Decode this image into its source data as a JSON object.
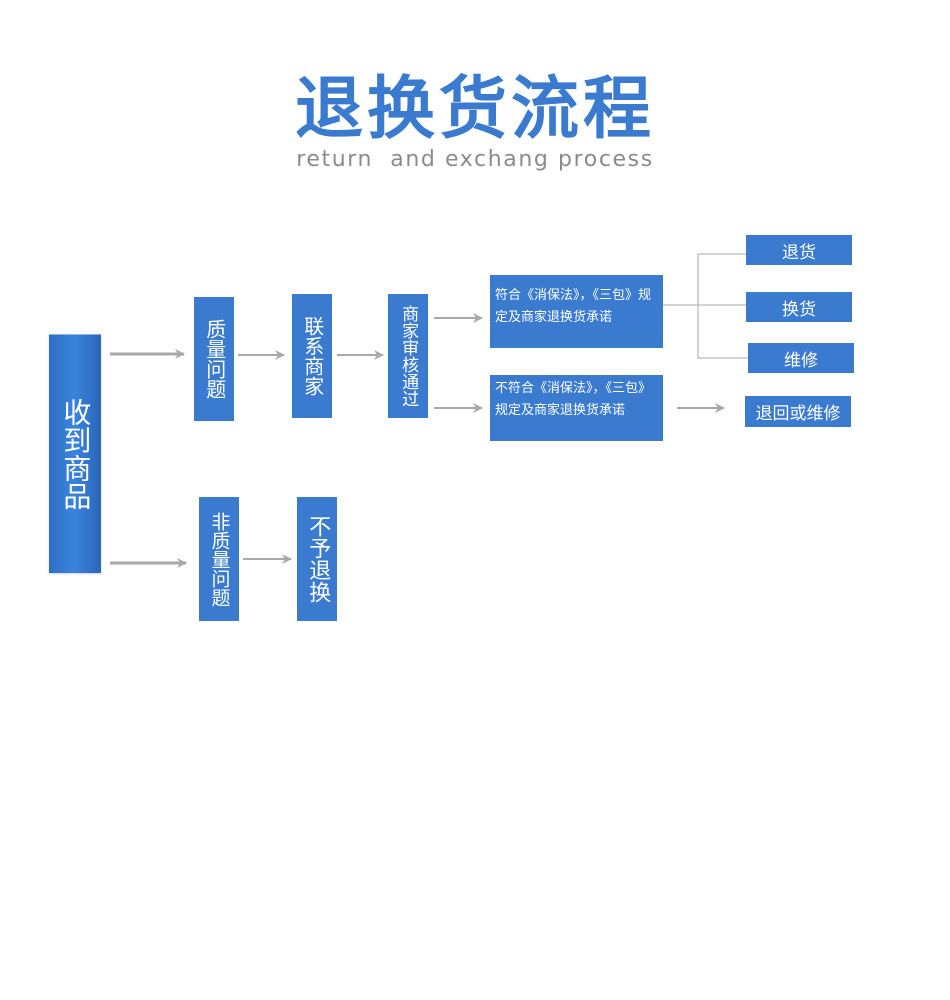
{
  "header": {
    "title": "退换货流程",
    "subtitle": "return  and exchang process"
  },
  "nodes": {
    "receive_goods": "收到商品",
    "quality_issue": "质量问题",
    "contact_merchant": "联系商家",
    "merchant_review_passed": "商家审核通过",
    "compliant": "符合《消保法》，《三包》规定及商家退换货承诺",
    "non_compliant": "不符合《消保法》，《三包》规定及商家退换货承诺",
    "return_goods": "退货",
    "exchange_goods": "换货",
    "repair": "维修",
    "return_or_repair": "退回或维修",
    "non_quality_issue": "非质量问题",
    "no_return": "不予退换"
  },
  "colors": {
    "box": "#3a7bd0",
    "title": "#3a7bd0",
    "subtitle": "#8b8b8b",
    "arrow": "#a9a9a9",
    "connector": "#a9a9a9"
  }
}
